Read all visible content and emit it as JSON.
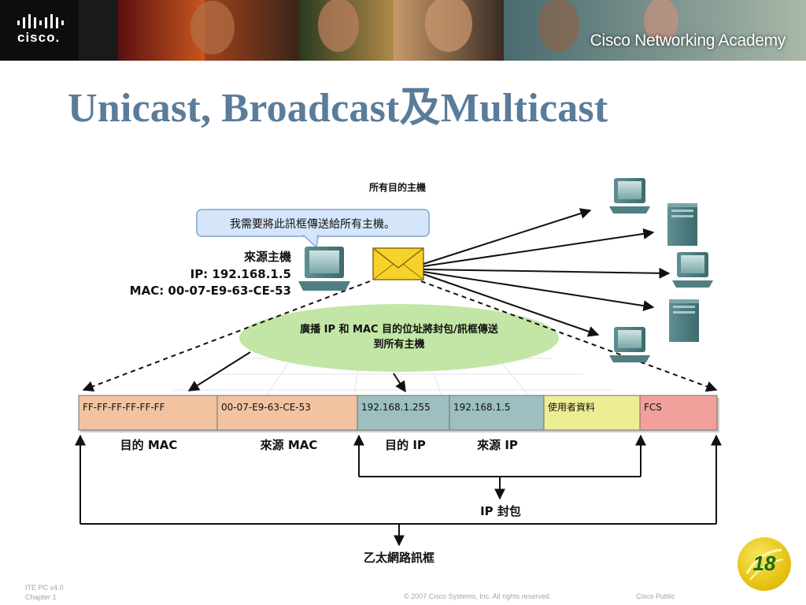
{
  "header": {
    "logo_text": "cisco.",
    "academy_text": "Cisco Networking Academy"
  },
  "slide": {
    "title": "Unicast, Broadcast及Multicast",
    "page_number": "18"
  },
  "diagram": {
    "all_hosts_label": "所有目的主機",
    "speech_bubble": "我需要將此訊框傳送給所有主機。",
    "source_host": {
      "name": "來源主機",
      "ip_line": "IP: 192.168.1.5",
      "mac_line": "MAC: 00-07-E9-63-CE-53"
    },
    "broadcast_note_line1": "廣播 IP 和 MAC 目的位址將封包/訊框傳送",
    "broadcast_note_line2": "到所有主機",
    "frame_fields": [
      {
        "value": "FF-FF-FF-FF-FF-FF",
        "color": "#f2c3a0"
      },
      {
        "value": "00-07-E9-63-CE-53",
        "color": "#f2c3a0"
      },
      {
        "value": "192.168.1.255",
        "color": "#9dbfbf"
      },
      {
        "value": "192.168.1.5",
        "color": "#9dbfbf"
      },
      {
        "value": "使用者資料",
        "color": "#eded94"
      },
      {
        "value": "FCS",
        "color": "#f2a09c"
      }
    ],
    "field_labels": {
      "dest_mac": "目的 MAC",
      "src_mac": "來源 MAC",
      "dest_ip": "目的 IP",
      "src_ip": "來源 IP"
    },
    "ip_packet_label": "IP 封包",
    "ethernet_frame_label": "乙太網路訊框"
  },
  "footer": {
    "line1": "ITE PC v4.0",
    "line2": "Chapter 1",
    "copyright": "© 2007 Cisco Systems, Inc. All rights reserved.",
    "classification": "Cisco Public"
  },
  "colors": {
    "title": "#5b7c99",
    "ellipse": "#c3e6a6",
    "bubble": "#d6e6fa",
    "envelope": "#f6d32a"
  }
}
